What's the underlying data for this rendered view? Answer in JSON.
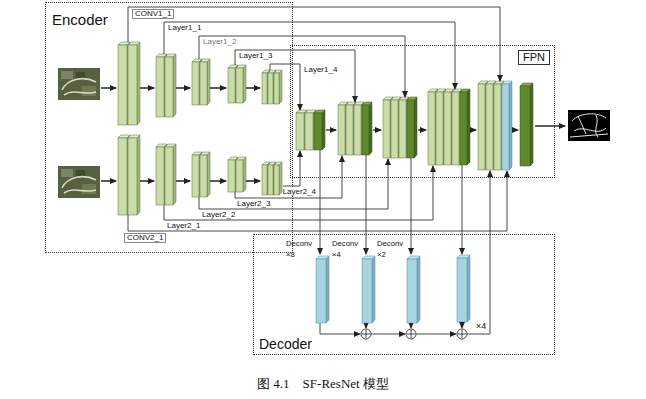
{
  "diagram": {
    "caption": "图 4.1    SF-ResNet 模型",
    "nodes": [
      {
        "text": [
          "Encoder"
        ]
      },
      {
        "text": [
          "FPN"
        ]
      },
      {
        "text": [
          "Decoder"
        ]
      },
      {
        "text": [
          "Deconv ×8"
        ],
        "in": 2
      },
      {
        "text": [
          "Deconv ×4"
        ],
        "in": 2
      },
      {
        "text": [
          "Deconv ×2"
        ],
        "in": 2
      }
    ],
    "labels": [
      "CONV1_1",
      "Layer1_1",
      "Layer1_2",
      "Layer1_3",
      "Layer1_4",
      "Layer2_4",
      "Layer2_3",
      "Layer2_2",
      "Layer2_1",
      "CONV2_1",
      "×4"
    ]
  }
}
